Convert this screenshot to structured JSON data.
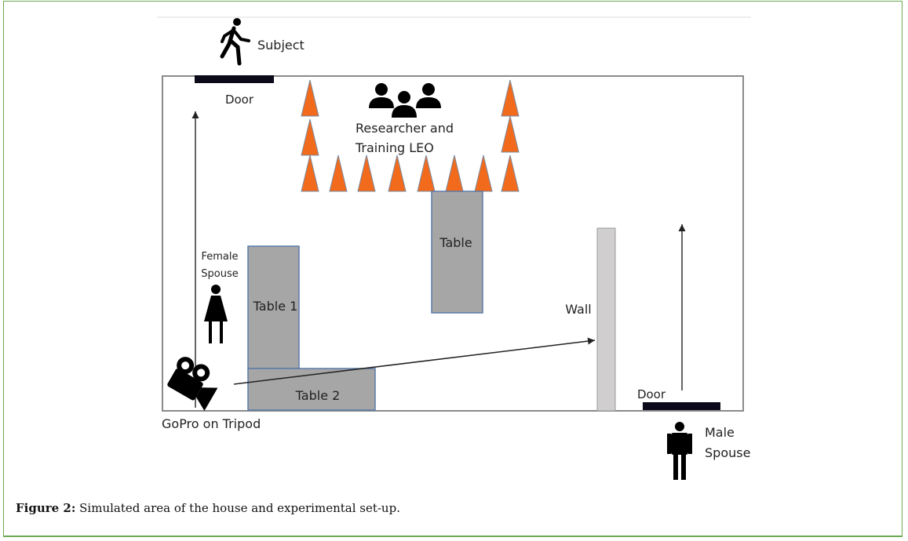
{
  "diagram": {
    "labels": {
      "subject": "Subject",
      "door_top": "Door",
      "researcher_line1": "Researcher and",
      "researcher_line2": "Training LEO",
      "table": "Table",
      "table1": "Table 1",
      "table2": "Table 2",
      "wall": "Wall",
      "female_line1": "Female",
      "female_line2": "Spouse",
      "door_bottom": "Door",
      "male_line1": "Male",
      "male_line2": "Spouse",
      "gopro": "GoPro on Tripod"
    },
    "colors": {
      "cone": "#f26b1d",
      "table_fill": "#a6a6a6",
      "table_stroke": "#5b7ba8",
      "wall_fill": "#d0cece",
      "frame": "#6aa84f"
    }
  },
  "caption": {
    "label": "Figure 2:",
    "text": " Simulated area of the house and experimental set-up."
  }
}
